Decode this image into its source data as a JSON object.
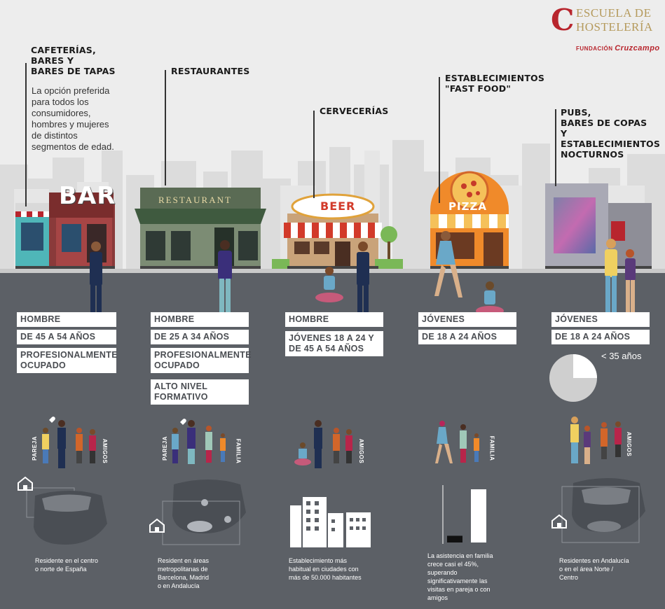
{
  "logo": {
    "line1": "ESCUELA DE",
    "line2": "HOSTELERÍA",
    "fundacion": "FUNDACIÓN",
    "brand": "Cruzcampo",
    "mark": "C"
  },
  "colors": {
    "sky": "#ededed",
    "street": "#5c6066",
    "tag_text": "#4a4d52",
    "brand_red": "#b8252d",
    "brand_gold": "#b59a5c"
  },
  "categories": [
    {
      "title": "Cafeterías,\nbares y\nbares de tapas",
      "description": "La opción preferida\npara todos los\nconsumidores,\nhombres y mujeres\nde distintos\nsegmentos de edad.",
      "sign": "BAR",
      "tags": [
        "HOMBRE",
        "DE 45 A 54 AÑOS",
        "PROFESIONALMENTE\nOCUPADO"
      ],
      "group_labels": [
        "PAREJA",
        "AMIGOS"
      ],
      "caption": "Residente en el centro\no norte de España",
      "icon": "house-icon"
    },
    {
      "title": "Restaurantes",
      "sign": "RESTAURANT",
      "tags": [
        "HOMBRE",
        "DE 25 A 34 AÑOS",
        "PROFESIONALMENTE\nOCUPADO",
        "ALTO NIVEL\nFORMATIVO"
      ],
      "group_labels": [
        "PAREJA",
        "FAMILIA"
      ],
      "caption": "Resident en áreas\nmetropolitanas de\nBarcelona, Madrid\no en Andalucía",
      "icon": "house-icon"
    },
    {
      "title": "Cervecerías",
      "sign": "BEER",
      "tags": [
        "HOMBRE",
        "JÓVENES 18 A 24 Y\nDE 45 A 54 AÑOS"
      ],
      "group_labels": [
        "AMIGOS"
      ],
      "caption": "Establecimiento más\nhabitual en ciudades con\nmás de 50.000 habitantes",
      "icon": "buildings-icon"
    },
    {
      "title": "Establecimientos\n\"Fast Food\"",
      "sign": "PIZZA",
      "tags": [
        "JÓVENES",
        "DE 18 A 24 AÑOS"
      ],
      "group_labels": [
        "FAMILIA"
      ],
      "caption": "La asistencia en familia\ncrece casi el 45%,\nsuperando\nsignificativamente las\nvisitas en pareja o con\namigos",
      "icon": "bar-chart-icon"
    },
    {
      "title": "Pubs,\nbares de copas\ny establecimientos\nnocturnos",
      "tags": [
        "JÓVENES",
        "DE 18 A 24 AÑOS"
      ],
      "pie_label": "< 35 años",
      "group_labels": [
        "AMIGOS"
      ],
      "caption": "Residentes en Andalucía\no en el área Norte /\nCentro",
      "icon": "house-icon"
    }
  ],
  "mini_bars": {
    "values": [
      0.12,
      0.95
    ],
    "colors": [
      "#111111",
      "#ffffff"
    ]
  },
  "pie": {
    "fraction": 0.75,
    "colors": [
      "#cfcfcf",
      "#ffffff"
    ]
  }
}
